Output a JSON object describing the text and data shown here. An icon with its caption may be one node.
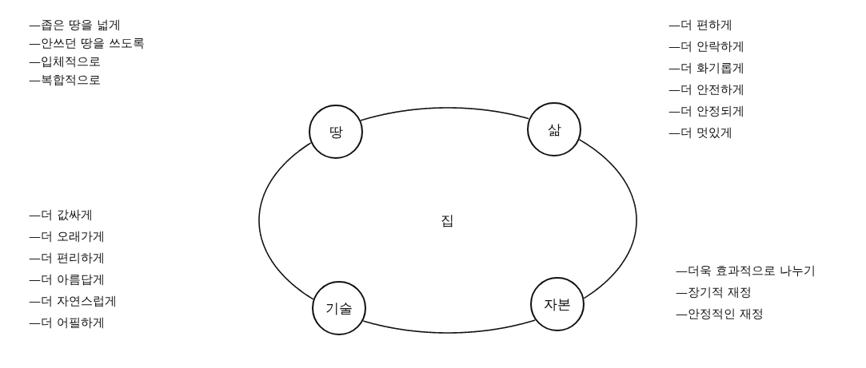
{
  "diagram": {
    "nodes": [
      {
        "text": [
          "땅"
        ],
        "beside": [
          "—좁은 땅을 넓게",
          "—안쓰던 땅을 쓰도록",
          "—입체적으로",
          "—복합적으로"
        ]
      },
      {
        "text": [
          "삶"
        ],
        "beside": [
          "—더 편하게",
          "—더 안락하게",
          "—더 화기롭게",
          "—더 안전하게",
          "—더 안정되게",
          "—더 멋있게"
        ]
      },
      {
        "text": [
          "기술"
        ],
        "beside": [
          "—더 값싸게",
          "—더 오래가게",
          "—더 편리하게",
          "—더 아름답게",
          "—더 자연스럽게",
          "—더 어필하게"
        ]
      },
      {
        "text": [
          "자본"
        ],
        "beside": [
          "—더욱 효과적으로 나누기",
          "—장기적 재정",
          "—안정적인 재정"
        ]
      }
    ],
    "edges": [
      {
        "from": 0,
        "to": 1,
        "arrow": "none"
      },
      {
        "from": 1,
        "to": 3,
        "arrow": "none"
      },
      {
        "from": 3,
        "to": 2,
        "arrow": "none"
      },
      {
        "from": 2,
        "to": 0,
        "arrow": "none"
      }
    ],
    "labels": [
      "집"
    ]
  }
}
